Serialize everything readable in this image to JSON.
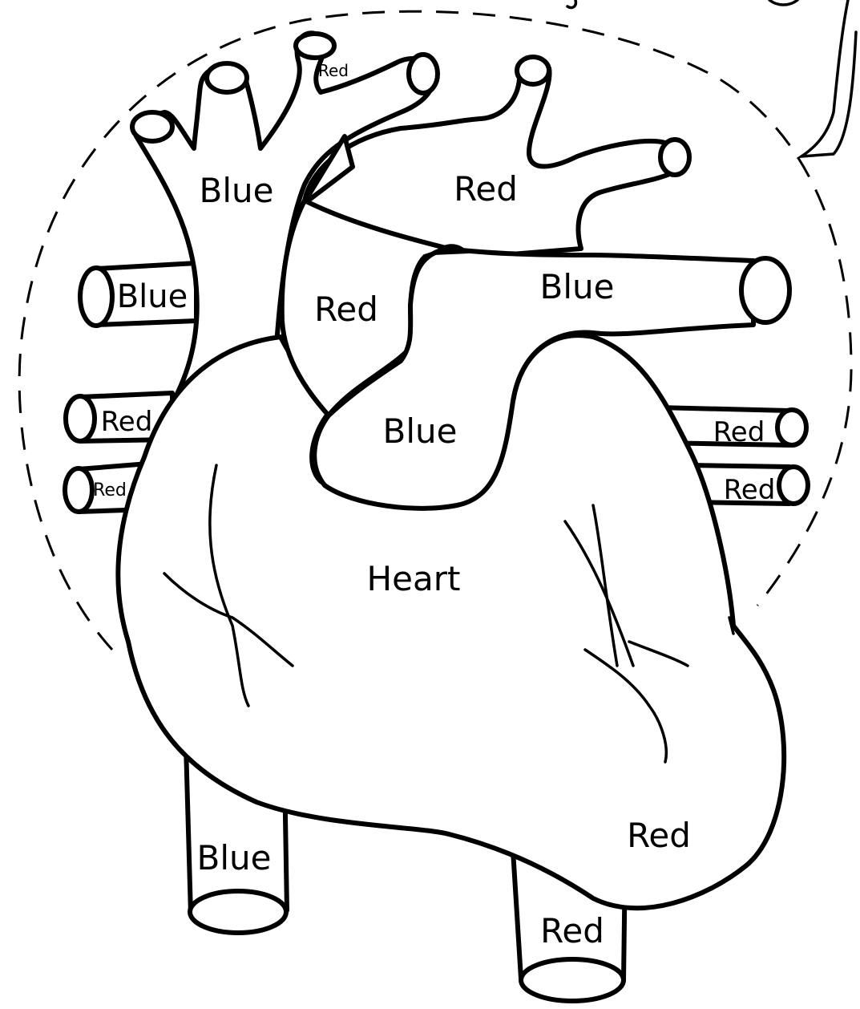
{
  "diagram": {
    "labels": {
      "superior_vena_cava": "Blue",
      "aortic_branch_top": "Red",
      "aortic_arch": "Red",
      "right_pulmonary_artery": "Blue",
      "pulmonary_trunk": "Blue",
      "ascending_aorta": "Red",
      "left_pulmonary_artery": "Blue",
      "left_vein_upper": "Red",
      "left_vein_lower": "Red",
      "right_vein_upper": "Red",
      "right_vein_lower": "Red",
      "heart": "Heart",
      "inferior_vena_cava": "Blue",
      "descending_aorta": "Red",
      "left_ventricle": "Red"
    },
    "colors": {
      "ink": "#000000",
      "paper": "#ffffff"
    }
  }
}
